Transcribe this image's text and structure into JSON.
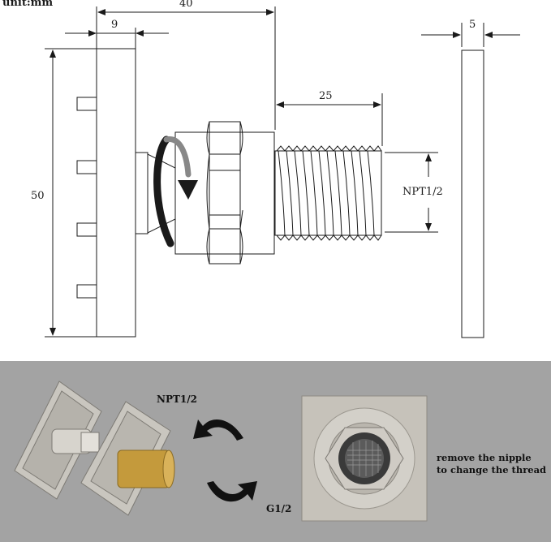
{
  "drawing": {
    "unit_label": "unit:mm",
    "dim_total_length": "40",
    "dim_plate_thickness": "9",
    "dim_thread_length": "25",
    "dim_height": "50",
    "dim_thread_spec": "NPT1/2",
    "dim_side_thickness": "5"
  },
  "photos": {
    "label_npt": "NPT1/2",
    "label_g": "G1/2",
    "note_line1": "remove the nipple",
    "note_line2": "to change the thread"
  },
  "colors": {
    "line": "#1a1a1a",
    "photo_band": "#a3a3a3",
    "brushed_nickel": "#c9c6bf",
    "brass": "#c49a3c"
  }
}
